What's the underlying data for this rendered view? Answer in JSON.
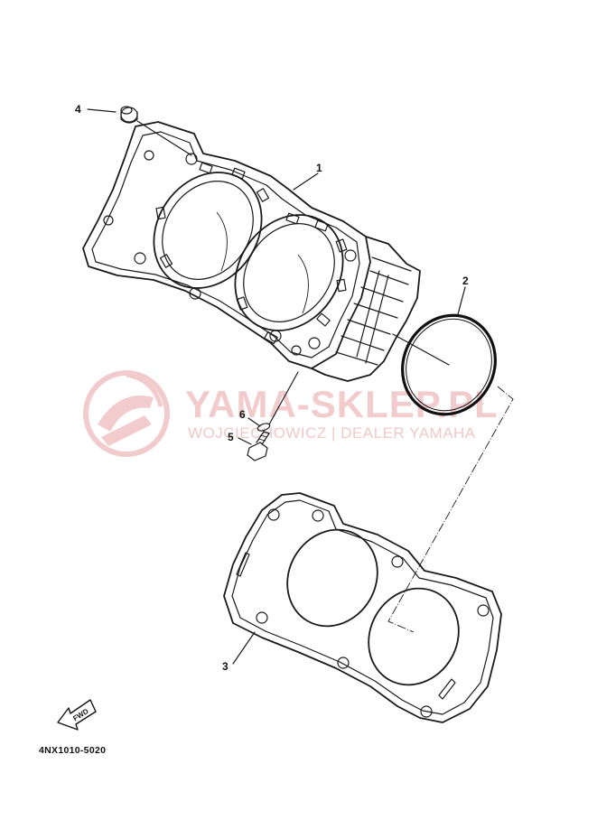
{
  "diagram": {
    "callouts": [
      {
        "id": "1",
        "label": "1"
      },
      {
        "id": "2",
        "label": "2"
      },
      {
        "id": "3",
        "label": "3"
      },
      {
        "id": "4",
        "label": "4"
      },
      {
        "id": "5",
        "label": "5"
      },
      {
        "id": "6",
        "label": "6"
      }
    ],
    "fwd_label": "FWD",
    "part_number": "4NX1010-5020"
  },
  "watermark": {
    "title": "YAMA-SKLEP.PL",
    "subtitle": "WOJCIECHOWICZ | DEALER YAMAHA",
    "color": "#e9a4a4"
  }
}
